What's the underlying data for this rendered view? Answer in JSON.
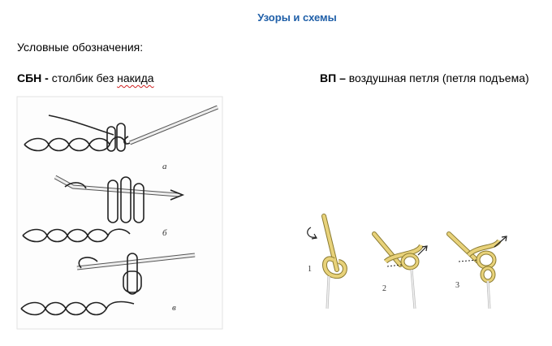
{
  "title": "Узоры и схемы",
  "legend_heading": "Условные обозначения:",
  "terms": [
    {
      "abbr": "СБН",
      "sep": " - ",
      "prefix": "столбик без ",
      "underlined": "накида"
    },
    {
      "abbr": "ВП",
      "sep": " – ",
      "prefix": "воздушная петля (петля подъема)",
      "underlined": ""
    }
  ],
  "left_figure": {
    "labels": [
      "а",
      "б",
      "в"
    ]
  },
  "right_figure": {
    "labels": [
      "1",
      "2",
      "3"
    ]
  },
  "colors": {
    "title": "#1f5fa8",
    "yarn": "#e8d27a",
    "yarn_outline": "#8a7a30",
    "hook": "#c9cdd0",
    "ink": "#222222"
  }
}
